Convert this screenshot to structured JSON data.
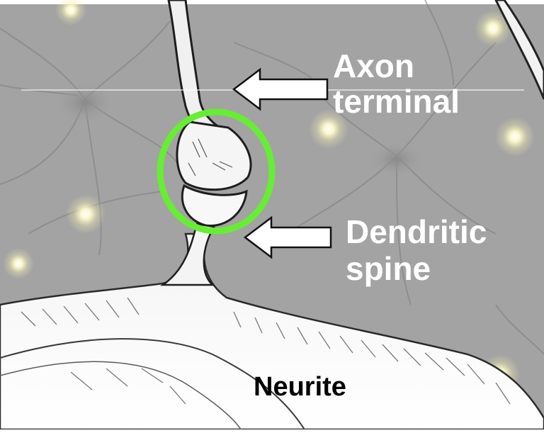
{
  "labels": {
    "axon_terminal": [
      "Axon",
      "terminal"
    ],
    "dendritic_spine": [
      "Dendritic",
      "spine"
    ],
    "neurite": "Neurite"
  },
  "colors": {
    "background": "#a3a3a3",
    "highlight_circle": "#66ee33",
    "arrow_fill": "#ffffff",
    "glow": "#fffbd0",
    "label_light": "#ffffff",
    "label_dark": "#000000"
  },
  "icons": {
    "axon_arrow": "left-arrow-icon",
    "spine_arrow": "left-arrow-icon"
  }
}
